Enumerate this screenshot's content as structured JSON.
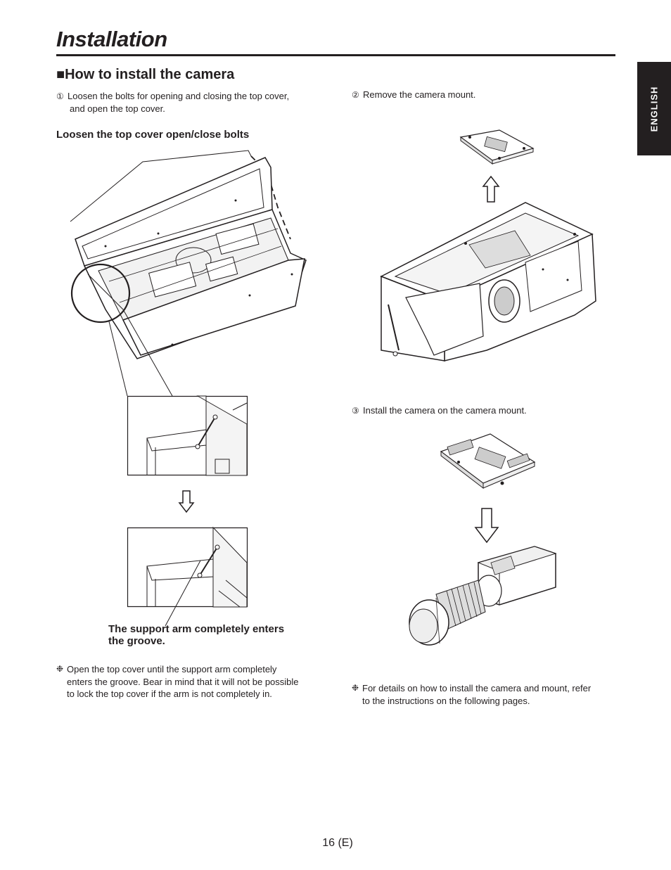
{
  "page": {
    "title": "Installation",
    "side_tab": "ENGLISH",
    "page_number": "16 (E)"
  },
  "section": {
    "marker": "■",
    "heading": "How to install the camera"
  },
  "left_column": {
    "step1_num": "①",
    "step1_text_line1": "Loosen the bolts for opening and closing the top cover,",
    "step1_text_line2": "and open the top cover.",
    "bolts_caption": "Loosen the top cover open/close bolts",
    "support_arm_caption_line1": "The support arm completely enters",
    "support_arm_caption_line2": "the groove.",
    "note_mark": "❉",
    "note_line1": "Open the top cover until the support arm completely",
    "note_line2": "enters the groove. Bear in mind that it will not be possible",
    "note_line3": "to lock the top cover if the arm is not completely in."
  },
  "right_column": {
    "step2_num": "②",
    "step2_text": "Remove the camera mount.",
    "step3_num": "③",
    "step3_text": "Install the camera on the camera mount.",
    "note_mark": "❉",
    "note_line1": "For details on how to install the camera and mount, refer",
    "note_line2": "to the instructions on the following pages."
  },
  "icons": {
    "arrow_down": "arrow-down-icon",
    "arrow_up": "arrow-up-icon"
  }
}
